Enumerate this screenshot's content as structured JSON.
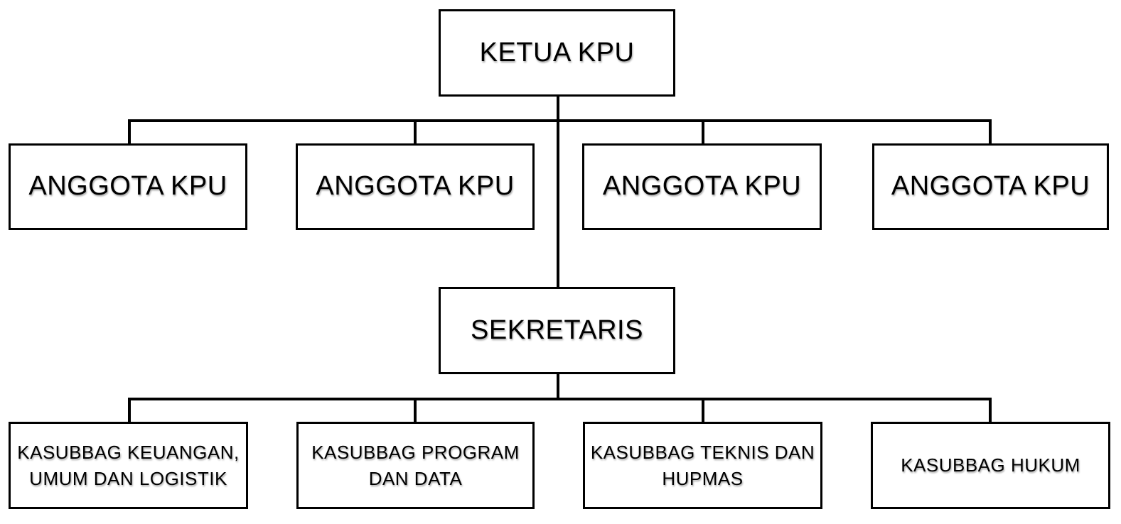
{
  "org": {
    "nodes": {
      "ketua": {
        "label": "KETUA KPU"
      },
      "anggota1": {
        "label": "ANGGOTA KPU"
      },
      "anggota2": {
        "label": "ANGGOTA KPU"
      },
      "anggota3": {
        "label": "ANGGOTA KPU"
      },
      "anggota4": {
        "label": "ANGGOTA KPU"
      },
      "sekretaris": {
        "label": "SEKRETARIS"
      },
      "kasubbag_keuangan": {
        "label": "KASUBBAG KEUANGAN,\nUMUM DAN LOGISTIK"
      },
      "kasubbag_program": {
        "label": "KASUBBAG PROGRAM\nDAN DATA"
      },
      "kasubbag_teknis": {
        "label": "KASUBBAG TEKNIS DAN\nHUPMAS"
      },
      "kasubbag_hukum": {
        "label": "KASUBBAG HUKUM"
      }
    },
    "hierarchy": {
      "root": "KETUA KPU",
      "level2": [
        "ANGGOTA KPU",
        "ANGGOTA KPU",
        "ANGGOTA KPU",
        "ANGGOTA KPU"
      ],
      "level3": "SEKRETARIS",
      "level4": [
        "KASUBBAG KEUANGAN, UMUM DAN LOGISTIK",
        "KASUBBAG PROGRAM DAN DATA",
        "KASUBBAG TEKNIS DAN HUPMAS",
        "KASUBBAG HUKUM"
      ]
    },
    "colors": {
      "line": "#000000",
      "border": "#000000",
      "text": "#000000",
      "box_fill": "#ffffff",
      "background": "#ffffff"
    }
  }
}
